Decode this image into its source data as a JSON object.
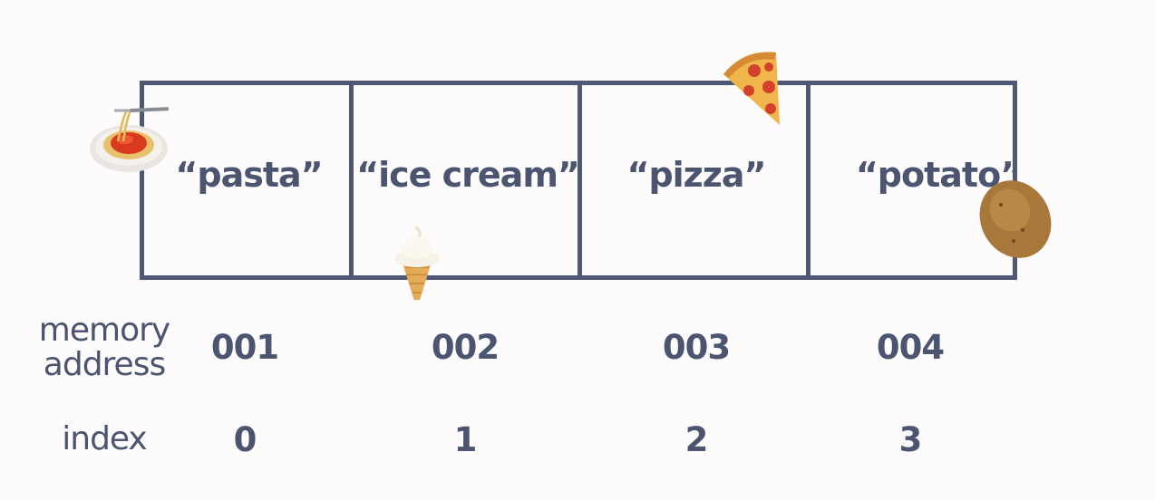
{
  "cells": [
    {
      "value": "“pasta”",
      "food_icon": "spaghetti-icon"
    },
    {
      "value": "“ice cream”",
      "food_icon": "ice-cream-icon"
    },
    {
      "value": "“pizza”",
      "food_icon": "pizza-icon"
    },
    {
      "value": "“potato”",
      "food_icon": "potato-icon"
    }
  ],
  "rows": {
    "memory_address": {
      "label_line1": "memory",
      "label_line2": "address",
      "values": [
        "001",
        "002",
        "003",
        "004"
      ]
    },
    "index": {
      "label": "index",
      "values": [
        "0",
        "1",
        "2",
        "3"
      ]
    }
  },
  "colors": {
    "border": "#4f5877",
    "text": "#4c5570",
    "background": "#fdfbfc"
  }
}
